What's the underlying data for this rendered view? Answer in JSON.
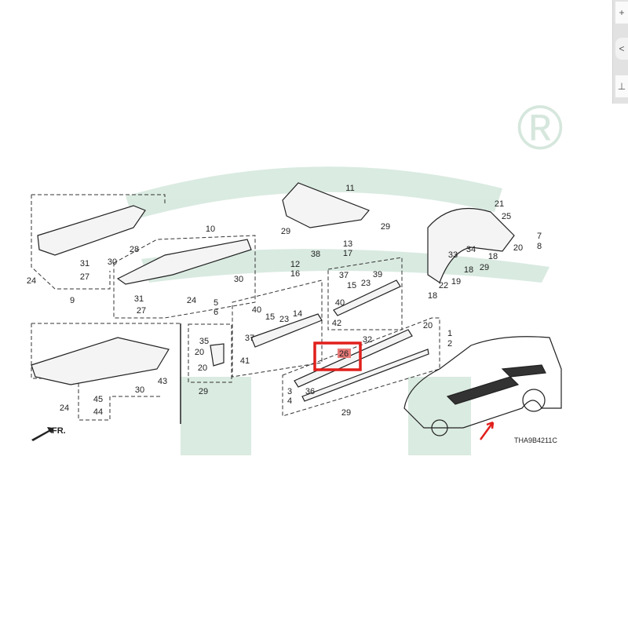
{
  "diagram": {
    "code": "THA9B4211C",
    "direction_label": "FR.",
    "highlighted_part": "26",
    "accent_color": "#e0201c",
    "watermark_color": "#cfe3d8",
    "watermark_mark": "®",
    "callouts": [
      "24",
      "31",
      "27",
      "30",
      "9",
      "28",
      "10",
      "30",
      "31",
      "27",
      "24",
      "5",
      "6",
      "35",
      "20",
      "20",
      "29",
      "43",
      "30",
      "45",
      "44",
      "24",
      "11",
      "29",
      "29",
      "38",
      "13",
      "17",
      "12",
      "16",
      "37",
      "15",
      "23",
      "39",
      "40",
      "42",
      "40",
      "15",
      "23",
      "14",
      "37",
      "41",
      "32",
      "20",
      "1",
      "2",
      "3",
      "4",
      "36",
      "29",
      "21",
      "25",
      "7",
      "8",
      "20",
      "33",
      "34",
      "18",
      "18",
      "29",
      "22",
      "19",
      "18"
    ]
  },
  "side_panel": {
    "top_icon": "plus-icon",
    "middle_icon": "chevron-left-icon",
    "bottom_icon": "collapse-icon",
    "top_glyph": "+",
    "middle_glyph": "<",
    "bottom_glyph": "⊥"
  }
}
